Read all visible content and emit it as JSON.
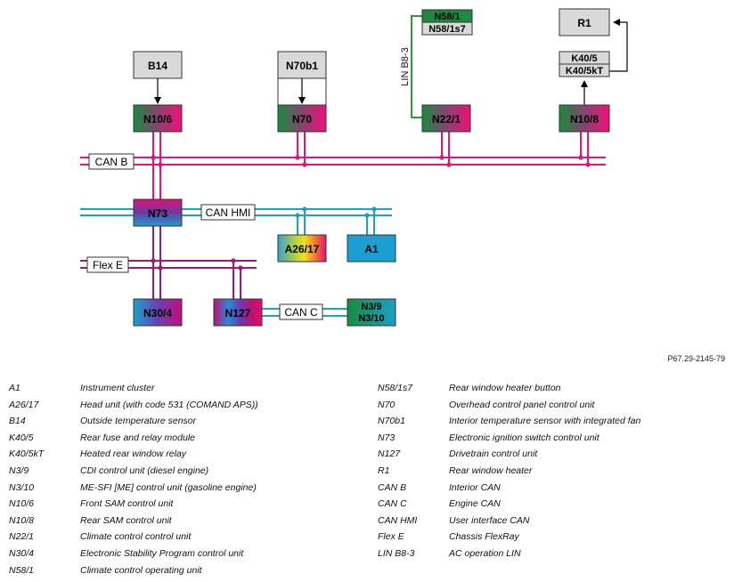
{
  "figure_id": "P67.29-2145-79",
  "components": {
    "B14": "B14",
    "N70b1": "N70b1",
    "N58_1": "N58/1",
    "N58_1s7": "N58/1s7",
    "R1": "R1",
    "K40_5": "K40/5",
    "K40_5kT": "K40/5kT",
    "N10_6": "N10/6",
    "N70": "N70",
    "N22_1": "N22/1",
    "N10_8": "N10/8",
    "N73": "N73",
    "A26_17": "A26/17",
    "A1": "A1",
    "N30_4": "N30/4",
    "N127": "N127",
    "N3_9": "N3/9",
    "N3_10": "N3/10"
  },
  "bus_labels": {
    "can_b": "CAN B",
    "can_hmi": "CAN HMI",
    "flex_e": "Flex E",
    "can_c": "CAN C",
    "lin_b8_3": "LIN B8-3"
  },
  "colors": {
    "can_b": "#e8107a",
    "can_hmi": "#1a9fd0",
    "flex_e": "#a0167e",
    "can_c": "#1a9fd0",
    "lin": "#2a9a3a",
    "sensor_box": "#d9d9d9"
  },
  "legend_left": [
    {
      "code": "A1",
      "desc": "Instrument cluster"
    },
    {
      "code": "A26/17",
      "desc": "Head unit (with code 531 (COMAND APS))"
    },
    {
      "code": "B14",
      "desc": "Outside temperature sensor"
    },
    {
      "code": "K40/5",
      "desc": "Rear fuse and relay module"
    },
    {
      "code": "K40/5kT",
      "desc": "Heated rear window relay"
    },
    {
      "code": "N3/9",
      "desc": "CDI control unit (diesel engine)"
    },
    {
      "code": "N3/10",
      "desc": "ME-SFI [ME] control unit (gasoline engine)"
    },
    {
      "code": "N10/6",
      "desc": "Front SAM control unit"
    },
    {
      "code": "N10/8",
      "desc": "Rear SAM control unit"
    },
    {
      "code": "N22/1",
      "desc": "Climate control control unit"
    },
    {
      "code": "N30/4",
      "desc": "Electronic Stability Program control unit"
    },
    {
      "code": "N58/1",
      "desc": "Climate control operating unit"
    }
  ],
  "legend_right": [
    {
      "code": "N58/1s7",
      "desc": "Rear window heater button"
    },
    {
      "code": "N70",
      "desc": "Overhead control panel control unit"
    },
    {
      "code": "N70b1",
      "desc": "Interior temperature sensor with integrated fan"
    },
    {
      "code": "N73",
      "desc": "Electronic ignition switch control unit"
    },
    {
      "code": "N127",
      "desc": "Drivetrain control unit"
    },
    {
      "code": "R1",
      "desc": "Rear window heater"
    },
    {
      "code": "CAN B",
      "desc": "Interior CAN"
    },
    {
      "code": "CAN C",
      "desc": "Engine CAN"
    },
    {
      "code": "CAN HMI",
      "desc": "User interface CAN"
    },
    {
      "code": "Flex E",
      "desc": "Chassis FlexRay"
    },
    {
      "code": "LIN B8-3",
      "desc": "AC operation LIN"
    }
  ]
}
